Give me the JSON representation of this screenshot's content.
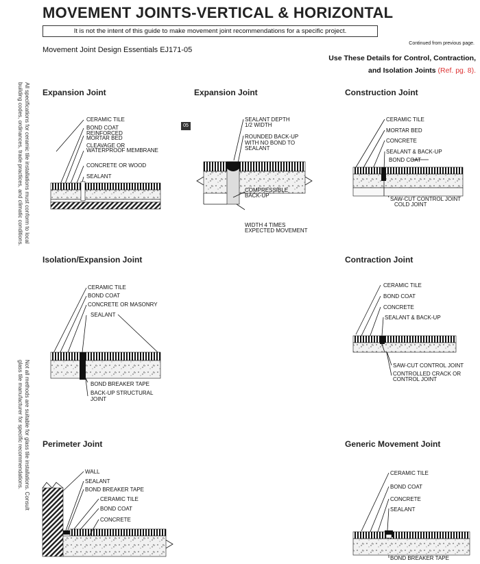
{
  "header": {
    "title": "MOVEMENT JOINTS-VERTICAL & HORIZONTAL",
    "disclaimer": "It is not the intent of this guide to make movement joint recommendations for a specific project.",
    "doc_ref": "Movement Joint Design Essentials  EJ171-05",
    "continued": "Continued from previous page.",
    "use_details_line1": "Use These Details for Control, Contraction,",
    "use_details_line2": "and Isolation Joints",
    "ref": "(Ref. pg. 8)."
  },
  "side_notes": {
    "left_top_line1": "All specifications for ceramic tile installations must conform to local",
    "left_top_line2": "building codes, ordinances, trade practices, and climatic conditions.",
    "left_bottom_line1": "Not all methods are suitable for glass tile installations.  Consult",
    "left_bottom_line2": "glass tile manufacturer for specific recommendations."
  },
  "badge": "05",
  "sections": {
    "expansion1": {
      "title": "Expansion Joint",
      "labels": [
        "CERAMIC TILE",
        "BOND COAT",
        "REINFORCED",
        "MORTAR BED",
        "CLEAVAGE OR",
        "WATERPROOF MEMBRANE",
        "CONCRETE OR WOOD",
        "SEALANT"
      ]
    },
    "expansion2": {
      "title": "Expansion Joint",
      "labels": [
        "SEALANT DEPTH",
        "1/2 WIDTH",
        "ROUNDED BACK-UP",
        "WITH NO BOND TO",
        "SEALANT",
        "COMPRESSIBLE",
        "BACK-UP",
        "WIDTH 4 TIMES",
        "EXPECTED MOVEMENT"
      ]
    },
    "construction": {
      "title": "Construction Joint",
      "labels": [
        "CERAMIC TILE",
        "MORTAR BED",
        "CONCRETE",
        "SEALANT & BACK-UP",
        "BOND COAT",
        "SAW-CUT CONTROL JOINT",
        "COLD JOINT"
      ]
    },
    "isolation": {
      "title": "Isolation/Expansion Joint",
      "labels": [
        "CERAMIC TILE",
        "BOND COAT",
        "CONCRETE OR MASONRY",
        "SEALANT",
        "BOND BREAKER TAPE",
        "BACK-UP STRUCTURAL",
        "JOINT"
      ]
    },
    "contraction": {
      "title": "Contraction Joint",
      "labels": [
        "CERAMIC TILE",
        "BOND COAT",
        "CONCRETE",
        "SEALANT & BACK-UP",
        "SAW-CUT CONTROL JOINT",
        "CONTROLLED CRACK OR",
        "CONTROL JOINT"
      ]
    },
    "perimeter": {
      "title": "Perimeter Joint",
      "labels": [
        "WALL",
        "SEALANT",
        "BOND BREAKER TAPE",
        "CERAMIC TILE",
        "BOND COAT",
        "CONCRETE"
      ]
    },
    "generic": {
      "title": "Generic Movement Joint",
      "labels": [
        "CERAMIC TILE",
        "BOND COAT",
        "CONCRETE",
        "SEALANT",
        "BOND BREAKER TAPE"
      ]
    }
  }
}
